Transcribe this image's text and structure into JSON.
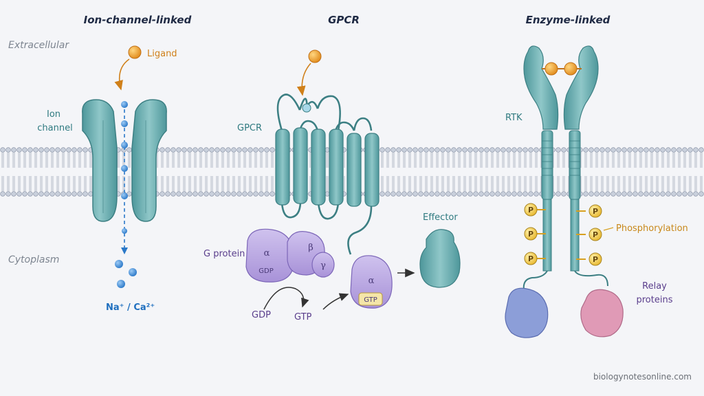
{
  "titles": {
    "ion": "Ion-channel-linked",
    "gpcr": "GPCR",
    "enzyme": "Enzyme-linked"
  },
  "regions": {
    "extracellular": "Extracellular",
    "cytoplasm": "Cytoplasm"
  },
  "ion_panel": {
    "ligand": "Ligand",
    "channel_line1": "Ion",
    "channel_line2": "channel",
    "ions": "Na⁺ / Ca²⁺"
  },
  "gpcr_panel": {
    "receptor": "GPCR",
    "g_protein": "G protein",
    "alpha": "α",
    "beta": "β",
    "gamma": "γ",
    "gdp_bound": "GDP",
    "gdp": "GDP",
    "gtp": "GTP",
    "alpha_active": "α",
    "gtp_bound": "GTP",
    "effector": "Effector"
  },
  "enzyme_panel": {
    "receptor": "RTK",
    "phospho": "P",
    "phosphorylation": "Phosphorylation",
    "relay_line1": "Relay",
    "relay_line2": "proteins"
  },
  "credit": "biologynotesonline.com",
  "colors": {
    "teal": "#5fa7aa",
    "teal_dark": "#2f7a80",
    "purple": "#b8a8e0",
    "orange": "#f0a030",
    "ion_blue": "#3b8ee0",
    "relay_blue": "#7f93d0",
    "relay_pink": "#d98aa8"
  }
}
